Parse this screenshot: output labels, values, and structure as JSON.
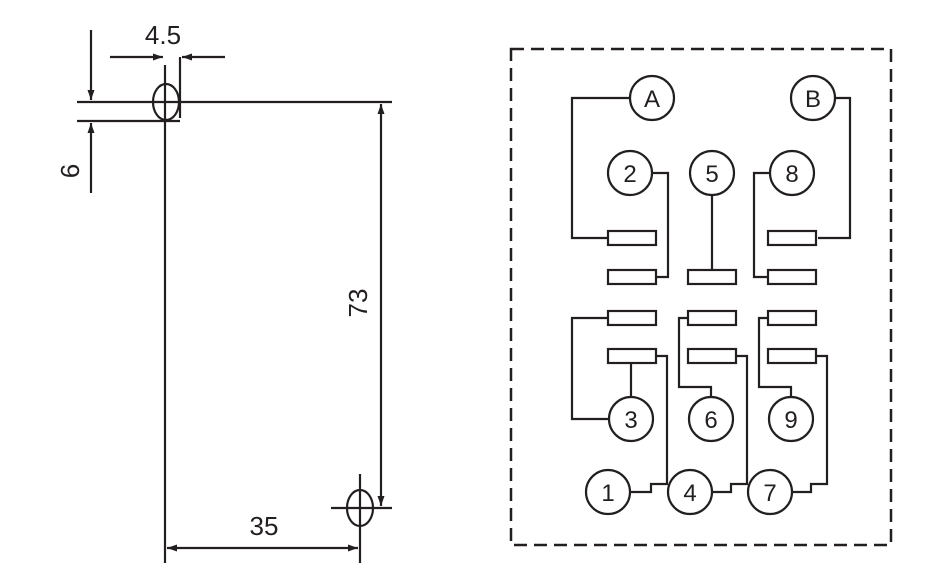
{
  "dimensions": {
    "hole_spacing_small": "4.5",
    "hole_offset": "6",
    "height": "73",
    "width": "35"
  },
  "terminals": {
    "A": "A",
    "B": "B",
    "t1": "1",
    "t2": "2",
    "t3": "3",
    "t4": "4",
    "t5": "5",
    "t6": "6",
    "t7": "7",
    "t8": "8",
    "t9": "9"
  },
  "colors": {
    "line": "#231f20",
    "background": "#ffffff"
  }
}
